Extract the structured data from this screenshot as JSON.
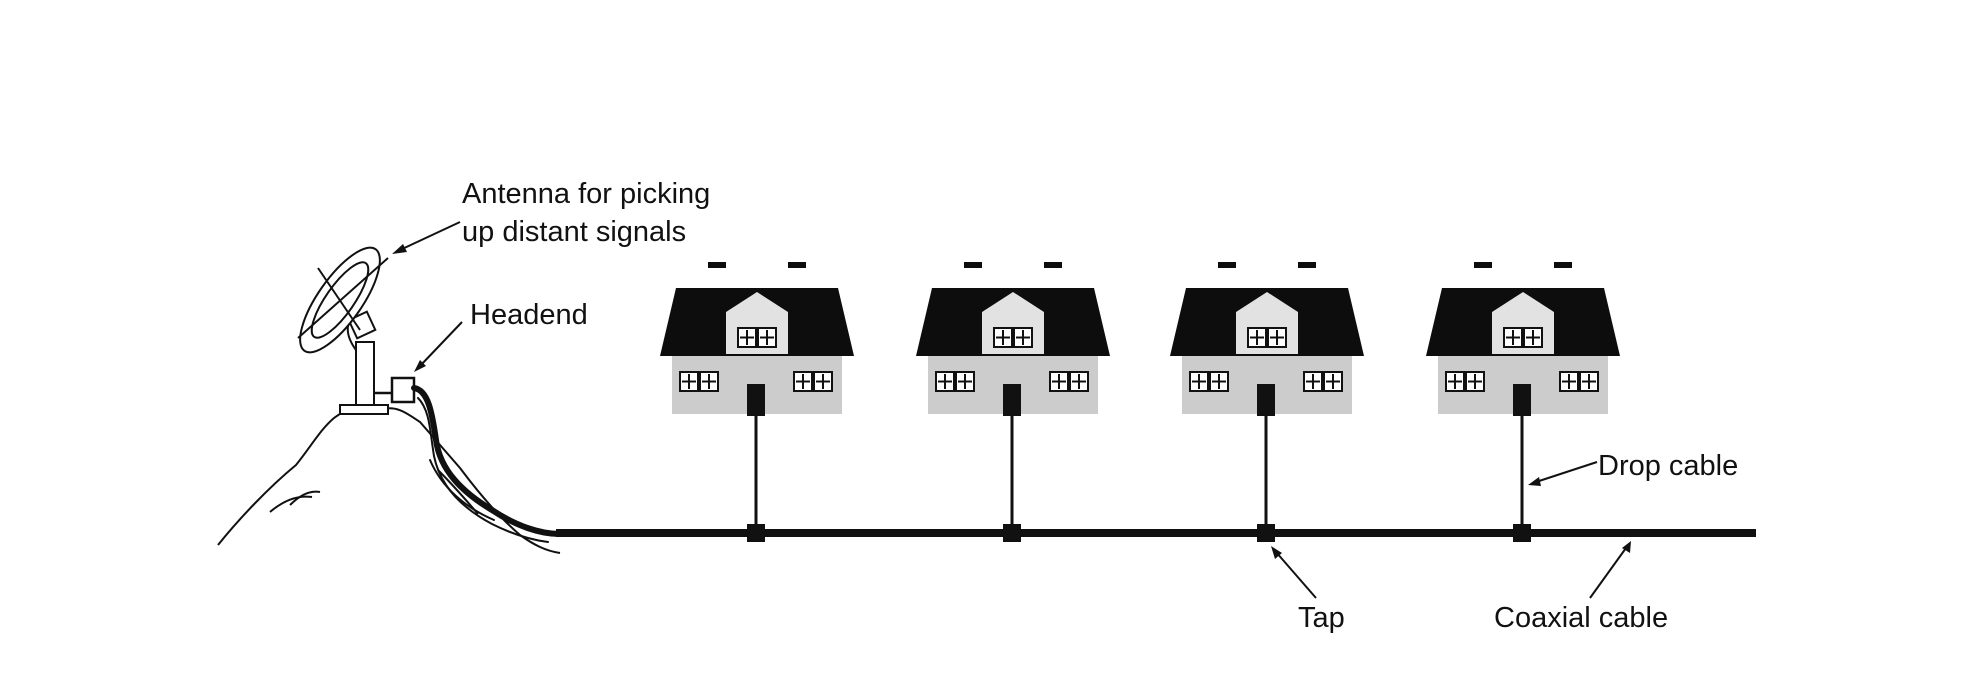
{
  "labels": {
    "antenna_line1": "Antenna for picking",
    "antenna_line2": "up distant signals",
    "headend": "Headend",
    "drop_cable": "Drop cable",
    "tap": "Tap",
    "coaxial_cable": "Coaxial cable"
  },
  "houses": [
    {
      "id": "house-1"
    },
    {
      "id": "house-2"
    },
    {
      "id": "house-3"
    },
    {
      "id": "house-4"
    }
  ],
  "colors": {
    "ink": "#111111",
    "roof": "#0d0d0d",
    "house_wall": "#cccccc",
    "gable": "#e2e2e2",
    "background": "#ffffff"
  }
}
